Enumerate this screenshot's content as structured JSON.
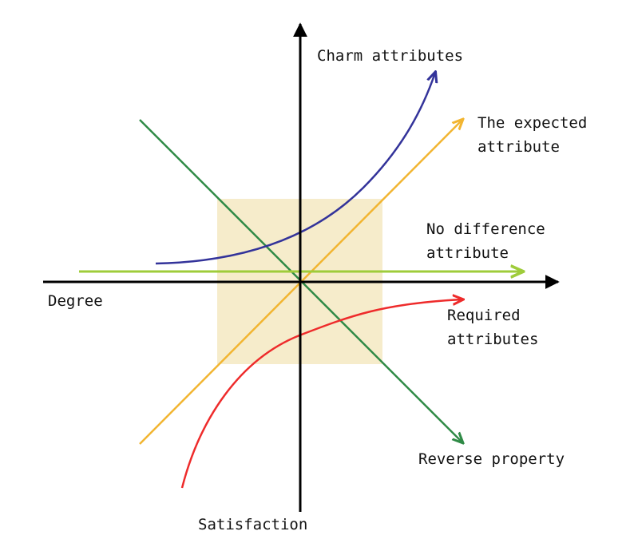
{
  "labels": {
    "charm_line1": "Charm attributes",
    "expected_line1": "The expected",
    "expected_line2": "attribute",
    "nodiff_line1": "No difference",
    "nodiff_line2": "attribute",
    "required_line1": "Required",
    "required_line2": "attributes",
    "reverse": "Reverse property",
    "degree": "Degree",
    "satisfaction": "Satisfaction"
  },
  "colors": {
    "axis": "#000000",
    "highlight_square": "#f6eccb",
    "charm": "#33339a",
    "expected": "#f2b531",
    "no_difference": "#9fcc3b",
    "required": "#ee2b2b",
    "reverse": "#2f8a46"
  }
}
